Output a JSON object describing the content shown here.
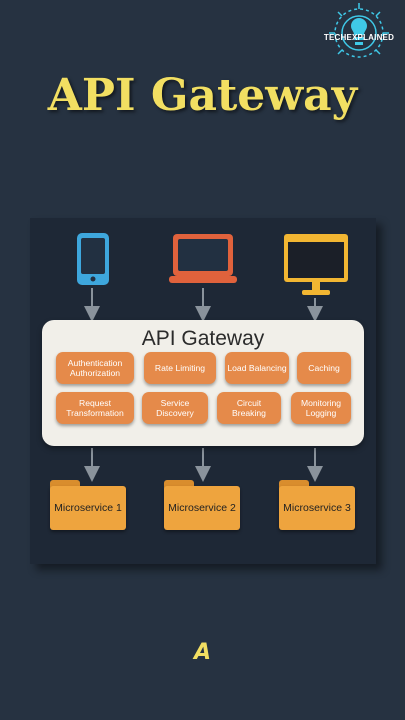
{
  "branding": {
    "logo_text": "TECHEXPLAINED"
  },
  "title": "API Gateway",
  "diagram": {
    "gateway_label": "API Gateway",
    "clients": [
      {
        "name": "mobile-phone-icon"
      },
      {
        "name": "laptop-icon"
      },
      {
        "name": "desktop-monitor-icon"
      }
    ],
    "features": [
      "Authentication\nAuthorization",
      "Rate Limiting",
      "Load Balancing",
      "Caching",
      "Request\nTransformation",
      "Service\nDiscovery",
      "Circuit\nBreaking",
      "Monitoring\nLogging"
    ],
    "services": [
      "Microservice 1",
      "Microservice 2",
      "Microservice 3"
    ]
  },
  "subtitle": "A",
  "colors": {
    "background": "#263241",
    "title": "#f2df62",
    "feature": "#e58a4a",
    "folder": "#eea43e",
    "phone": "#3ea7dd",
    "laptop": "#e0623c",
    "monitor": "#f2b632"
  }
}
